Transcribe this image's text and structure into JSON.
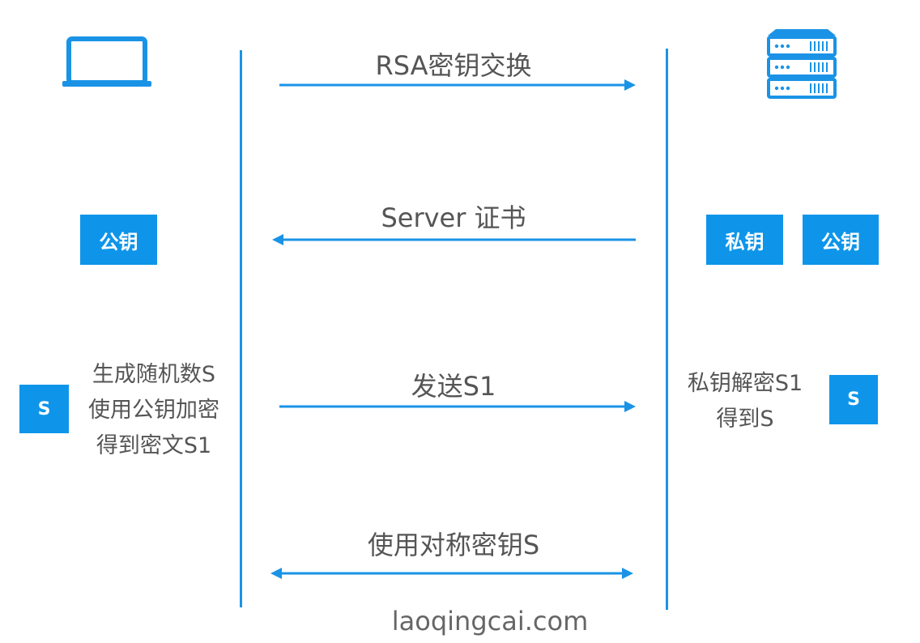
{
  "messages": {
    "rsa_exchange": "RSA密钥交换",
    "server_cert": "Server 证书",
    "send_s1": "发送S1",
    "use_symmetric": "使用对称密钥S"
  },
  "client": {
    "public_key_label": "公钥",
    "s_label": "S",
    "note_lines": [
      "生成随机数S",
      "使用公钥加密",
      "得到密文S1"
    ]
  },
  "server": {
    "private_key_label": "私钥",
    "public_key_label": "公钥",
    "s_label": "S",
    "note_lines": [
      "私钥解密S1",
      "得到S"
    ]
  },
  "footer": "laoqingcai.com",
  "colors": {
    "accent": "#0e95ea",
    "line": "#1a93e6",
    "text": "#555555"
  },
  "icons": {
    "client": "laptop-icon",
    "server": "server-rack-icon"
  }
}
